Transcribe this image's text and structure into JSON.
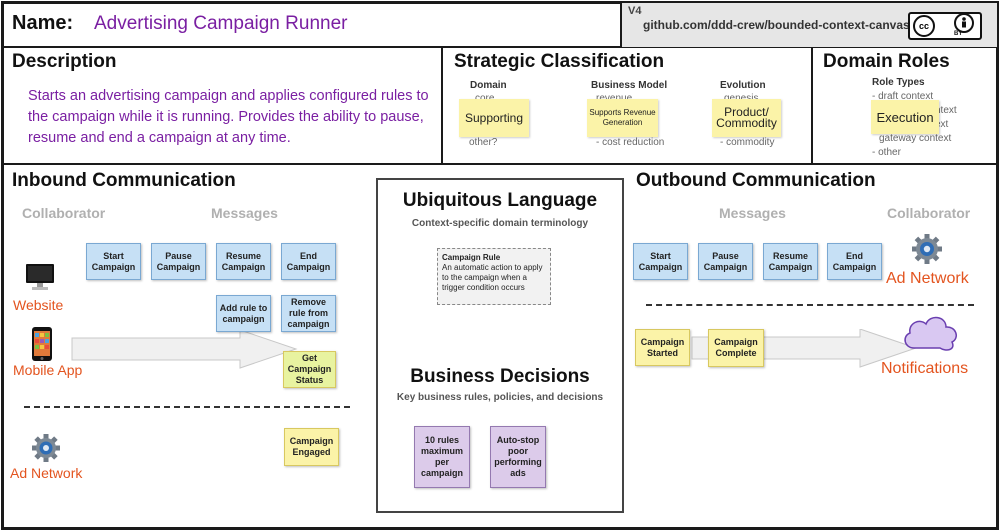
{
  "header": {
    "name_label": "Name:",
    "name_value": "Advertising Campaign Runner",
    "version": "V4",
    "url": "github.com/ddd-crew/bounded-context-canvas",
    "license": {
      "cc": "cc",
      "by": "BY"
    }
  },
  "description": {
    "title": "Description",
    "text": "Starts an advertising campaign and applies configured rules to the campaign while it is running. Provides the ability to pause, resume and end a campaign at any time."
  },
  "strategic": {
    "title": "Strategic Classification",
    "domain_head": "Domain",
    "domain_items": [
      "core",
      "other?"
    ],
    "domain_sticky": "Supporting",
    "business_head": "Business Model",
    "business_items": [
      "revenue",
      "- cost reduction"
    ],
    "business_sticky": "Supports Revenue Generation",
    "evolution_head": "Evolution",
    "evolution_items": [
      "genesis",
      "- commodity"
    ],
    "evolution_sticky": "Product/ Commodity"
  },
  "roles": {
    "title": "Domain Roles",
    "head": "Role Types",
    "items": [
      "- draft context",
      "ntext",
      "ext",
      "gateway context",
      "- other"
    ],
    "sticky": "Execution"
  },
  "inbound": {
    "title": "Inbound Communication",
    "collaborator_head": "Collaborator",
    "messages_head": "Messages",
    "collaborators": [
      "Website",
      "Mobile App",
      "Ad Network"
    ],
    "commands": [
      "Start Campaign",
      "Pause Campaign",
      "Resume Campaign",
      "End Campaign",
      "Add rule to campaign",
      "Remove rule from campaign"
    ],
    "query": "Get Campaign Status",
    "event": "Campaign Engaged"
  },
  "ubiquitous": {
    "title": "Ubiquitous Language",
    "subtitle": "Context-specific domain terminology",
    "term_name": "Campaign Rule",
    "term_def": "An automatic action to apply to the campaign when a trigger condition occurs"
  },
  "decisions": {
    "title": "Business Decisions",
    "subtitle": "Key business rules, policies, and decisions",
    "items": [
      "10 rules maximum per campaign",
      "Auto-stop poor performing ads"
    ]
  },
  "outbound": {
    "title": "Outbound Communication",
    "messages_head": "Messages",
    "collaborator_head": "Collaborator",
    "commands": [
      "Start Campaign",
      "Pause Campaign",
      "Resume Campaign",
      "End Campaign"
    ],
    "collaborators": [
      "Ad Network",
      "Notifications"
    ],
    "events": [
      "Campaign Started",
      "Campaign Complete"
    ]
  }
}
